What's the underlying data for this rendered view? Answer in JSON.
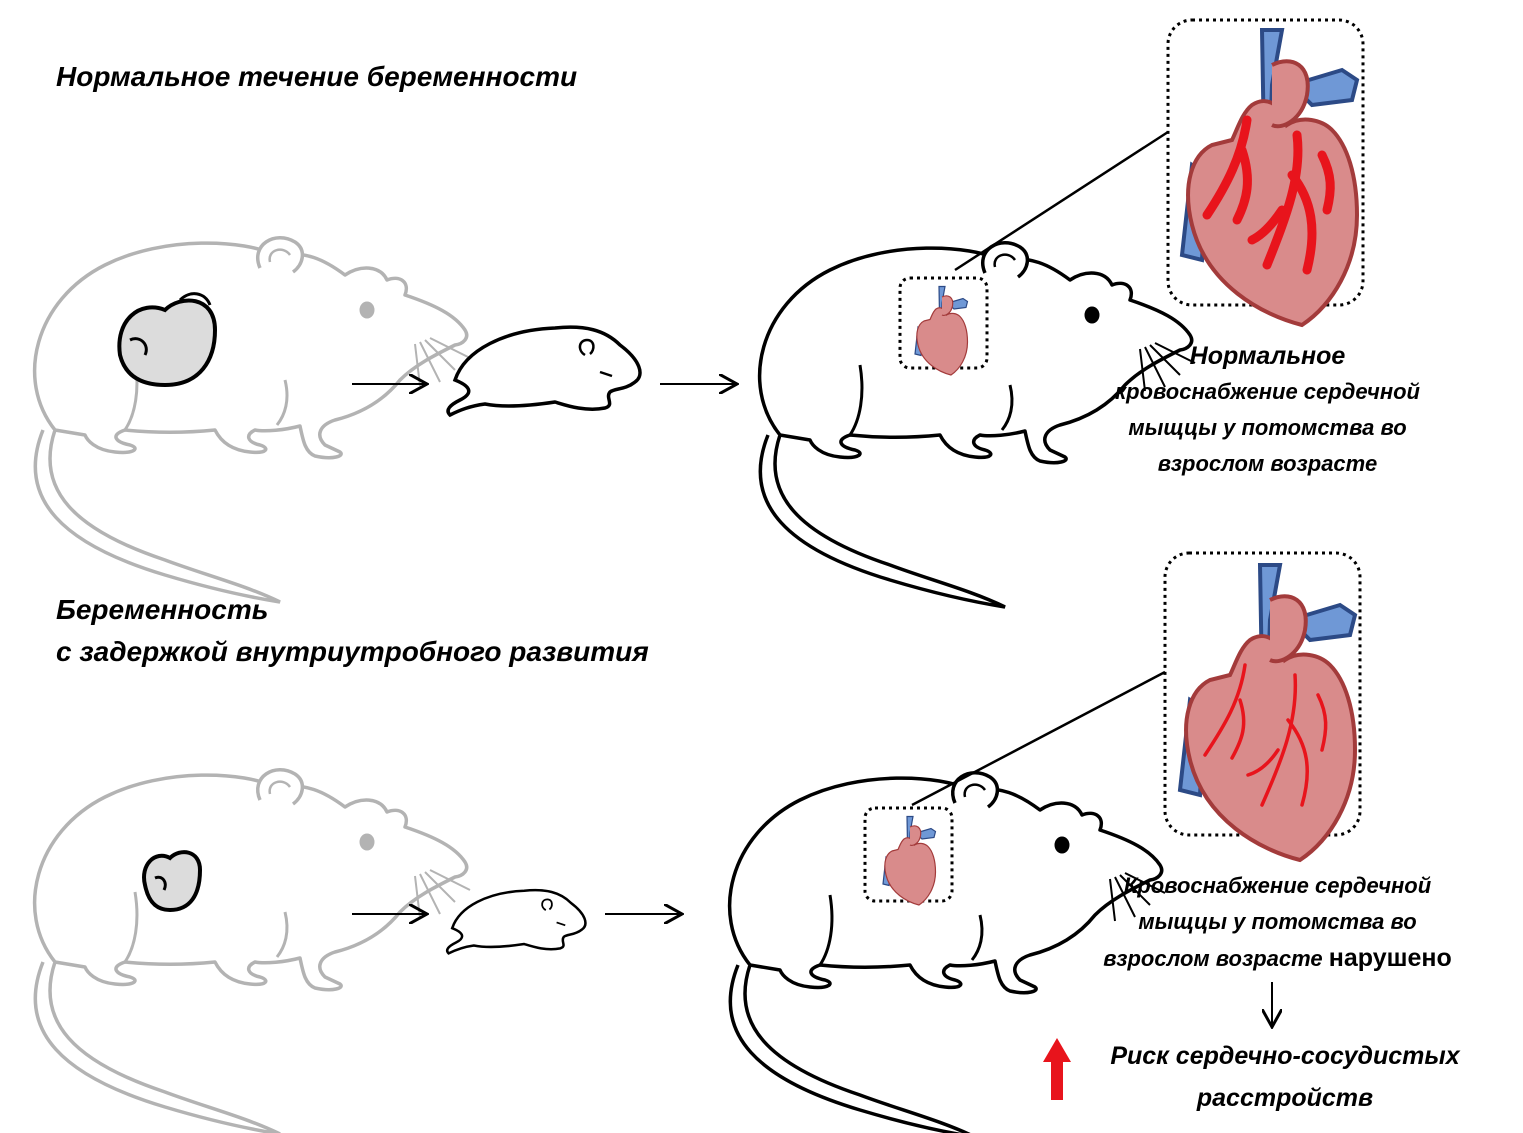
{
  "normal": {
    "title": "Нормальное течение беременности",
    "caption_lines": [
      "Нормальное",
      "кровоснабжение сердечной",
      "мыщцы у потомства во",
      "взрослом возрасте"
    ]
  },
  "iugr": {
    "title_lines": [
      "Беременность",
      "с задержкой внутриутробного развития"
    ],
    "caption_lines": [
      "Кровоснабжение сердечной",
      "мыщцы у потомства во",
      "взрослом возрасте"
    ],
    "caption_emphasis": "нарушено",
    "risk_lines": [
      "Риск сердечно-сосудистых",
      "расстройств"
    ]
  },
  "colors": {
    "mother_outline": "#b3b3b3",
    "offspring_outline": "#000000",
    "heart_fill": "#d98b8b",
    "heart_outline": "#a33b3b",
    "vein_blue": "#6f98d6",
    "coronary_red": "#e8141c",
    "risk_arrow": "#e8141c"
  },
  "icons": [
    "rat-icon",
    "fetus-icon",
    "pup-icon",
    "heart-icon",
    "up-arrow-icon"
  ]
}
